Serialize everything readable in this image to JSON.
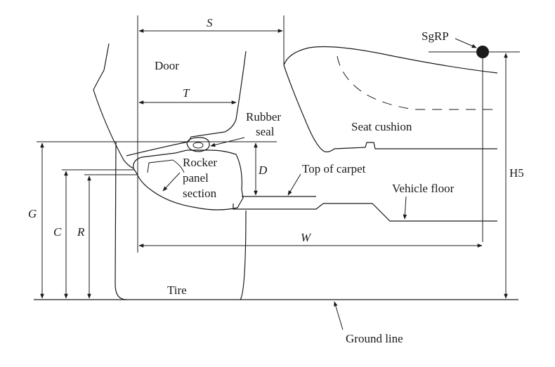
{
  "labels": {
    "s": "S",
    "door": "Door",
    "t": "T",
    "rubber_seal_line1": "Rubber",
    "rubber_seal_line2": "seal",
    "seat_cushion": "Seat cushion",
    "sgrp": "SgRP",
    "d": "D",
    "top_of_carpet": "Top of carpet",
    "rocker_line1": "Rocker",
    "rocker_line2": "panel",
    "rocker_line3": "section",
    "vehicle_floor": "Vehicle floor",
    "h5": "H5",
    "g": "G",
    "c": "C",
    "r": "R",
    "w": "W",
    "tire": "Tire",
    "ground_line": "Ground line"
  }
}
